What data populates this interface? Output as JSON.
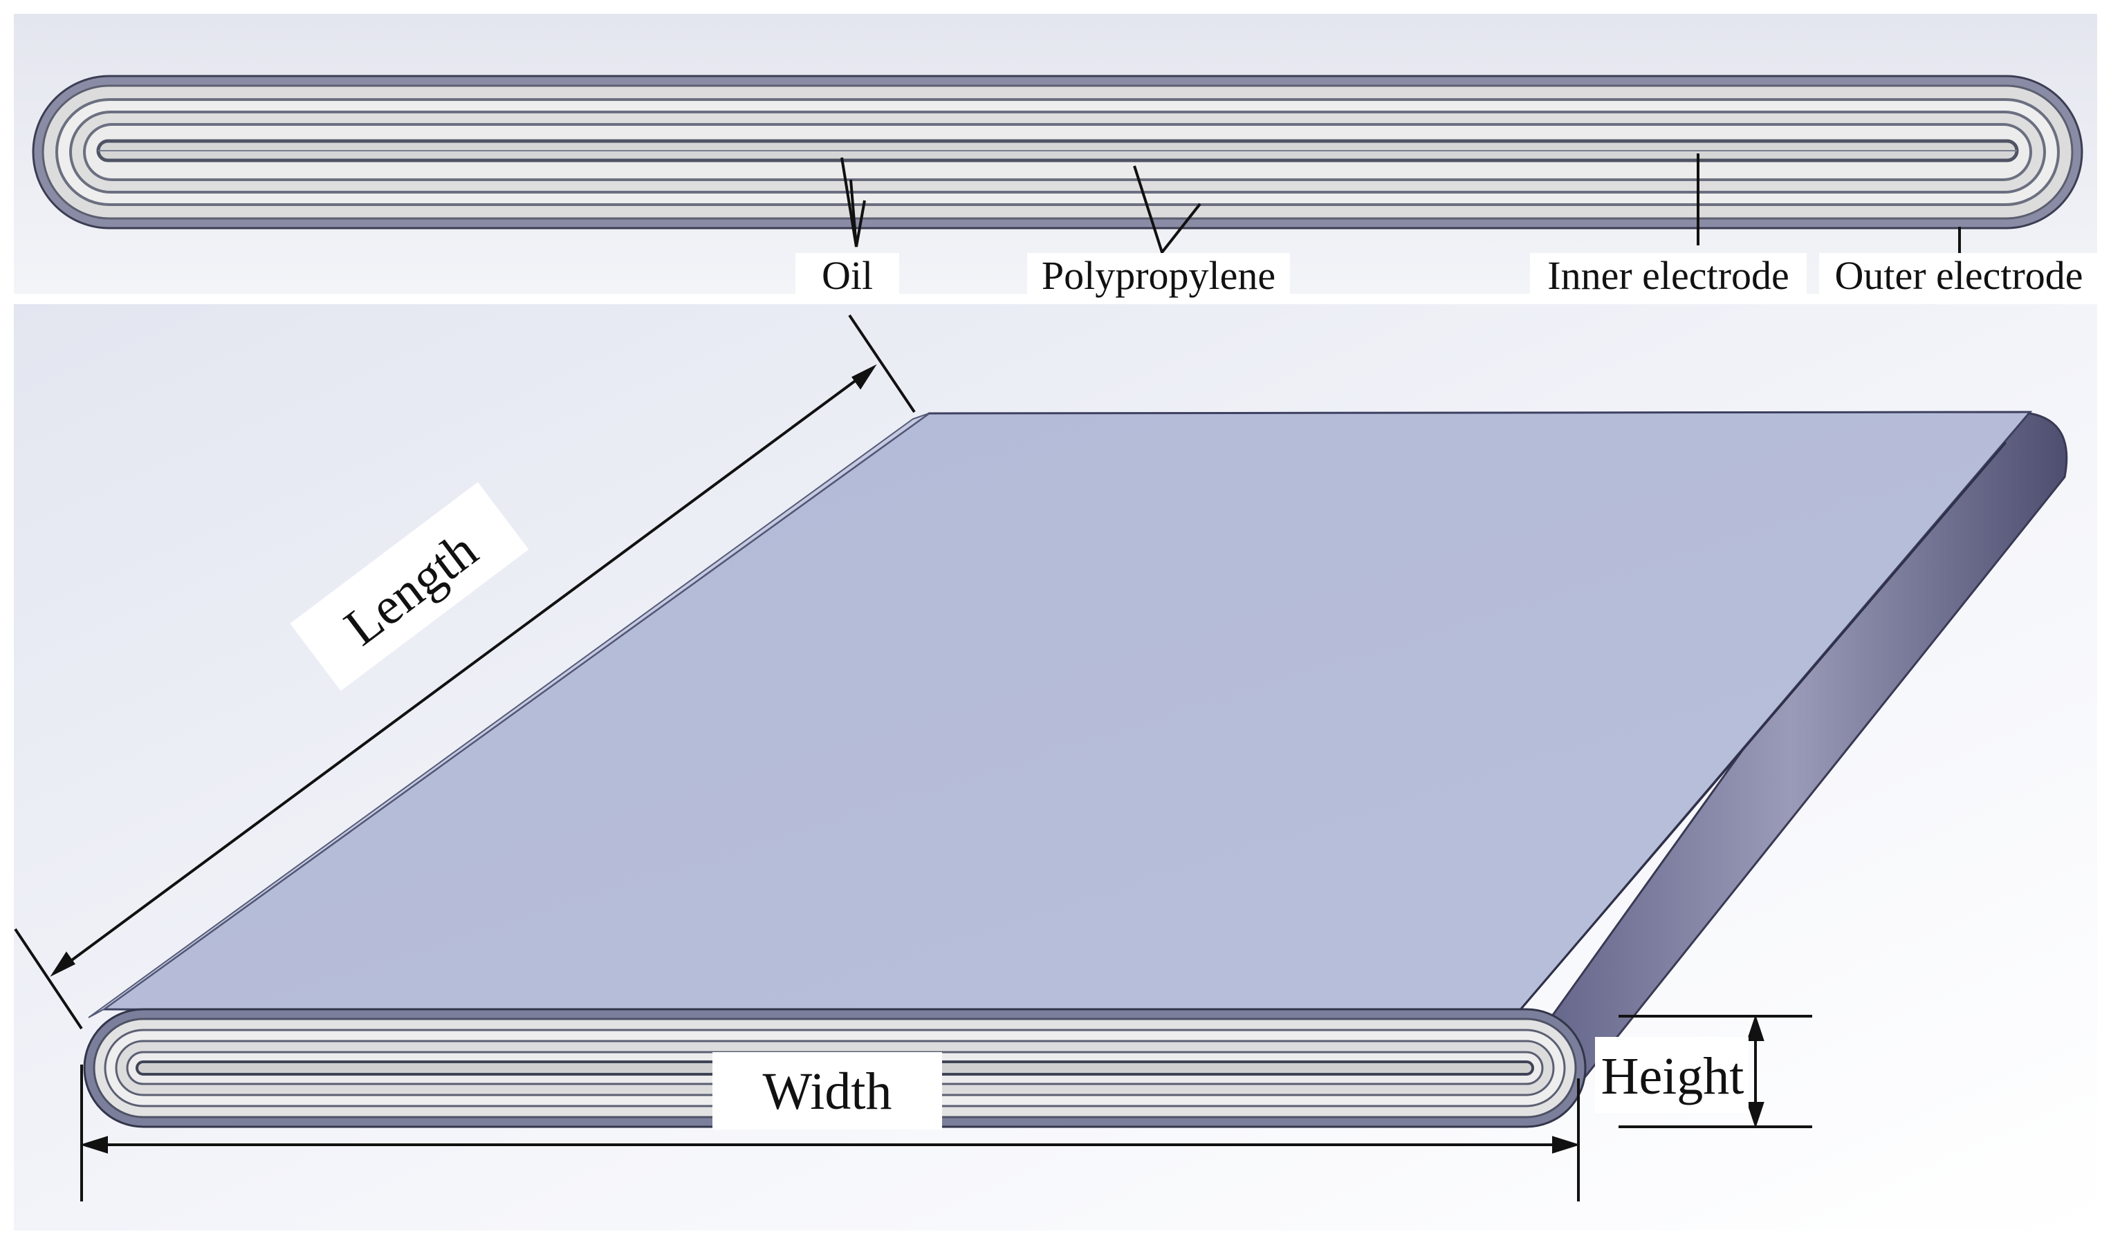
{
  "cross_section": {
    "labels": {
      "oil": "Oil",
      "polypropylene": "Polypropylene",
      "inner_electrode": "Inner electrode",
      "outer_electrode": "Outer electrode"
    }
  },
  "isometric": {
    "dimensions": {
      "length": "Length",
      "width": "Width",
      "height": "Height"
    }
  },
  "colors": {
    "top_face": "#b5bcd8",
    "side_face": "#6e6f92",
    "film": "#e3e3e3",
    "electrode": "#6b6f80",
    "background": "#ffffff"
  }
}
